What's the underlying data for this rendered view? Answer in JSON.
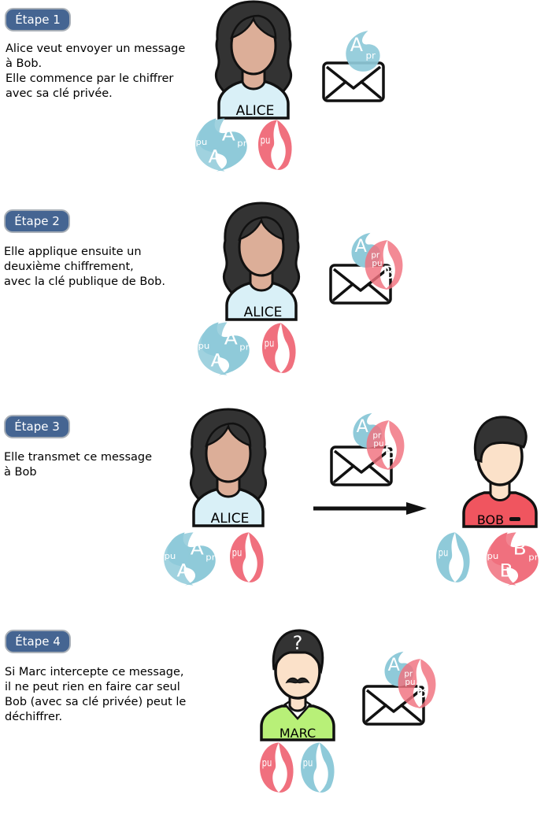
{
  "steps": [
    {
      "label": "Étape 1",
      "lines": [
        "Alice veut envoyer un message",
        "à Bob.",
        "Elle commence par le chiffrer",
        "avec sa clé privée."
      ]
    },
    {
      "label": "Étape 2",
      "lines": [
        "Elle applique ensuite un",
        "deuxième chiffrement,",
        "avec la clé publique de Bob."
      ]
    },
    {
      "label": "Étape 3",
      "lines": [
        "Elle transmet ce message",
        "à Bob"
      ]
    },
    {
      "label": "Étape 4",
      "lines": [
        "Si Marc intercepte ce message,",
        "il ne peut rien en faire car seul",
        "Bob (avec sa clé privée) peut le",
        "déchiffrer."
      ]
    }
  ],
  "people": {
    "alice": "ALICE",
    "bob": "BOB",
    "marc": "MARC",
    "marc_mark": "?"
  },
  "keys": {
    "letter_a": "A",
    "letter_b": "B",
    "sub_public": "pu",
    "sub_private": "pr"
  },
  "colors": {
    "badge": "#456592",
    "key_alice": "#8fcad9",
    "key_bob": "#f0707e",
    "alice_shirt": "#d9f0f7",
    "bob_shirt": "#f0555f",
    "marc_shirt": "#b8f078",
    "skin": "#dcae98",
    "hair": "#333333"
  }
}
